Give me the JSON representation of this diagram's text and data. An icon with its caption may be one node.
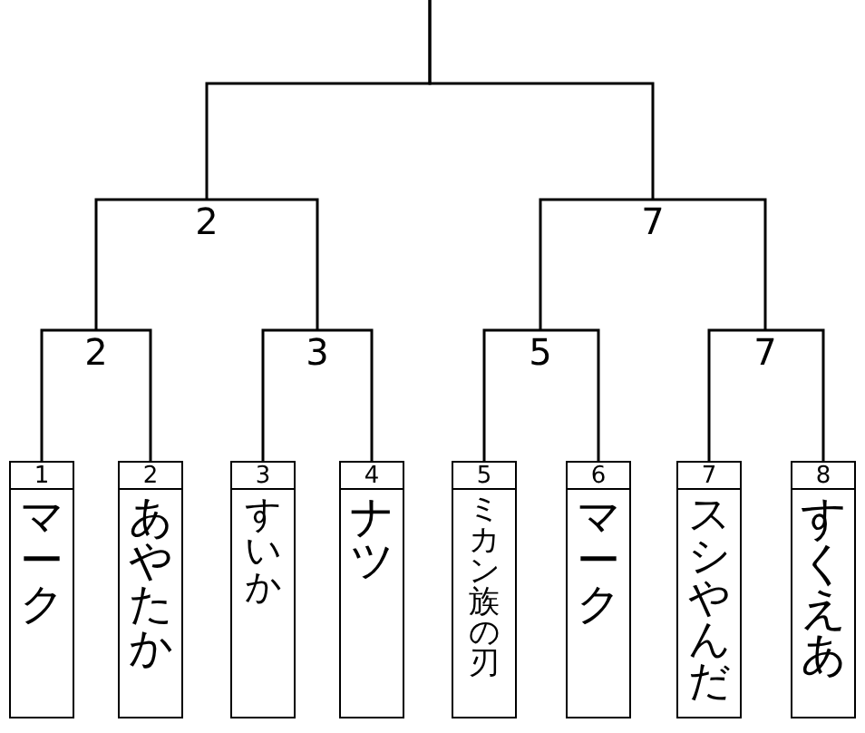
{
  "diagram": {
    "nodes": [
      {
        "text": [
          "2"
        ]
      },
      {
        "text": [
          "7"
        ]
      },
      {
        "text": [
          "2"
        ]
      },
      {
        "text": [
          "3"
        ]
      },
      {
        "text": [
          "5"
        ]
      },
      {
        "text": [
          "7"
        ]
      },
      {
        "text": [
          "1",
          "マーク"
        ]
      },
      {
        "text": [
          "2",
          "あやたか"
        ]
      },
      {
        "text": [
          "3",
          "すいか"
        ]
      },
      {
        "text": [
          "4",
          "ナツ"
        ]
      },
      {
        "text": [
          "5",
          "ミカン族の刃"
        ]
      },
      {
        "text": [
          "6",
          "マーク"
        ]
      },
      {
        "text": [
          "7",
          "スシやんだ"
        ]
      },
      {
        "text": [
          "8",
          "すくえあ"
        ]
      }
    ],
    "edges": [
      {
        "from": 6,
        "to": 2,
        "arrow": "none"
      },
      {
        "from": 7,
        "to": 2,
        "arrow": "none"
      },
      {
        "from": 8,
        "to": 3,
        "arrow": "none"
      },
      {
        "from": 9,
        "to": 3,
        "arrow": "none"
      },
      {
        "from": 10,
        "to": 4,
        "arrow": "none"
      },
      {
        "from": 11,
        "to": 4,
        "arrow": "none"
      },
      {
        "from": 12,
        "to": 5,
        "arrow": "none"
      },
      {
        "from": 13,
        "to": 5,
        "arrow": "none"
      },
      {
        "from": 2,
        "to": 0,
        "arrow": "none"
      },
      {
        "from": 3,
        "to": 0,
        "arrow": "none"
      },
      {
        "from": 4,
        "to": 1,
        "arrow": "none"
      },
      {
        "from": 5,
        "to": 1,
        "arrow": "none"
      },
      {
        "from": 0,
        "to": null,
        "arrow": "none"
      },
      {
        "from": 1,
        "to": null,
        "arrow": "none"
      }
    ]
  }
}
